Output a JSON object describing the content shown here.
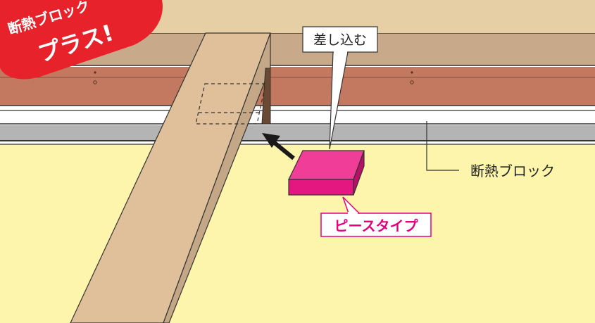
{
  "badge": {
    "line1": "断熱ブロック",
    "line2": "プラス!",
    "color": "#e8222a"
  },
  "callouts": {
    "insert": "差し込む",
    "block": "断熱ブロック",
    "piece": "ピースタイプ"
  },
  "colors": {
    "wall_top": "#e7cfa5",
    "wall_band": "#c8a98a",
    "brick": "#c3795f",
    "rail": "#b4b4b4",
    "floor": "#fcf5ab",
    "beam_face": "#dfc09a",
    "beam_side": "#c4a786",
    "block_pink": "#e3177f",
    "block_pink_top": "#ef3d98",
    "block_pink_side": "#b80f67",
    "callout_pink": "#e4007f"
  }
}
